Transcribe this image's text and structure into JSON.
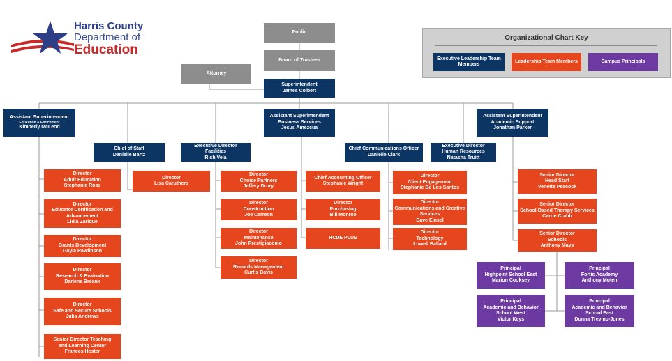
{
  "logo": {
    "line1": "Harris County",
    "line2": "Department of",
    "line3": "Education",
    "colors": {
      "blue": "#2c3e86",
      "red": "#c62a2a"
    }
  },
  "key": {
    "title": "Organizational Chart Key",
    "items": [
      {
        "label": "Executive Leadership Team Members",
        "color": "#0d3563"
      },
      {
        "label": "Leadership Team Members",
        "color": "#e5461d"
      },
      {
        "label": "Campus Principals",
        "color": "#6d3aa1"
      }
    ]
  },
  "colors": {
    "executive": "#0d3563",
    "leadership": "#e5461d",
    "campus": "#6d3aa1",
    "governance": "#8d8d8d"
  },
  "nodes": {
    "public": {
      "title": "Public"
    },
    "board": {
      "title": "Board of Trustees"
    },
    "attorney": {
      "title": "Attorney"
    },
    "superintendent": {
      "title": "Superintendent",
      "name": "James Colbert"
    },
    "asst_education": {
      "title": "Assistant Superintendent",
      "subtitle": "Education & Enrichment",
      "name": "Kimberly McLeod"
    },
    "asst_business": {
      "title": "Assistant Superintendent",
      "title2": "Business Services",
      "name": "Jesus Amezcua"
    },
    "asst_academic": {
      "title": "Assistant Superintendent",
      "title2": "Academic Support",
      "name": "Jonathan Parker"
    },
    "chief_staff": {
      "title": "Chief of Staff",
      "name": "Danielle Bartz"
    },
    "exec_facilities": {
      "title": "Executive Director",
      "title2": "Facilities",
      "name": "Rich Vela"
    },
    "chief_comm": {
      "title": "Chief Communications Officer",
      "name": "Danielle Clark"
    },
    "exec_hr": {
      "title": "Executive Director",
      "title2": "Human Resources",
      "name": "Natasha Truitt"
    },
    "dir_adult": {
      "title": "Director",
      "title2": "Adult Education",
      "name": "Stephanie Ross"
    },
    "dir_cert": {
      "title": "Director",
      "title2": "Educator Certification and Advancement",
      "name": "Lidia Zarique"
    },
    "dir_grants": {
      "title": "Director",
      "title2": "Grants Development",
      "name": "Gayla Rawlinson"
    },
    "dir_research": {
      "title": "Director",
      "title2": "Research & Evaluation",
      "name": "Darlene Breaux"
    },
    "dir_safe": {
      "title": "Director",
      "title2": "Safe and Secure Schools",
      "name": "Julia Andrews"
    },
    "sr_teaching": {
      "title": "Senior Director Teaching",
      "title2": "and Learning Center",
      "name": "Frances Hester"
    },
    "dir_staff": {
      "title": "Director",
      "name": "Lisa Caruthers"
    },
    "dir_choice": {
      "title": "Director",
      "title2": "Choice Partners",
      "name": "Jeffery Drury"
    },
    "dir_construction": {
      "title": "Director",
      "title2": "Construction",
      "name": "Joe Carreon"
    },
    "dir_maintenance": {
      "title": "Director",
      "title2": "Maintenance",
      "name": "John Prestigiacomo"
    },
    "dir_records": {
      "title": "Director",
      "title2": "Records Management",
      "name": "Curtis Davis"
    },
    "chief_accounting": {
      "title": "Chief Accounting Officer",
      "name": "Stephanie Wright"
    },
    "dir_purchasing": {
      "title": "Director",
      "title2": "Purchasing",
      "name": "Bill Monroe"
    },
    "hcde_plus": {
      "title": "HCDE PLUS"
    },
    "dir_client": {
      "title": "Director",
      "title2": "Client Engagement",
      "name": "Stephanie De Los Santos"
    },
    "dir_commcreative": {
      "title": "Director",
      "title2": "Communications and Creative Services",
      "name": "Dave Einsel"
    },
    "dir_tech": {
      "title": "Director",
      "title2": "Technology",
      "name": "Lowell Ballard"
    },
    "sr_headstart": {
      "title": "Senior Director",
      "title2": "Head Start",
      "name": "Venetta Peacock"
    },
    "sr_therapy": {
      "title": "Senior Director",
      "title2": "School-Based Therapy Services",
      "name": "Carrie Crabb"
    },
    "sr_schools": {
      "title": "Senior Director",
      "title2": "Schools",
      "name": "Anthony Mays"
    },
    "prin_highpoint": {
      "title": "Principal",
      "title2": "Highpoint School East",
      "name": "Marion Cooksey"
    },
    "prin_fortis": {
      "title": "Principal",
      "title2": "Fortis Academy",
      "name": "Anthony Moten"
    },
    "prin_abs_west": {
      "title": "Principal",
      "title2": "Academic and Behavior School West",
      "name": "Victor Keys"
    },
    "prin_abs_east": {
      "title": "Principal",
      "title2": "Academic and Behavior School East",
      "name": "Donna Trevino-Jones"
    }
  }
}
